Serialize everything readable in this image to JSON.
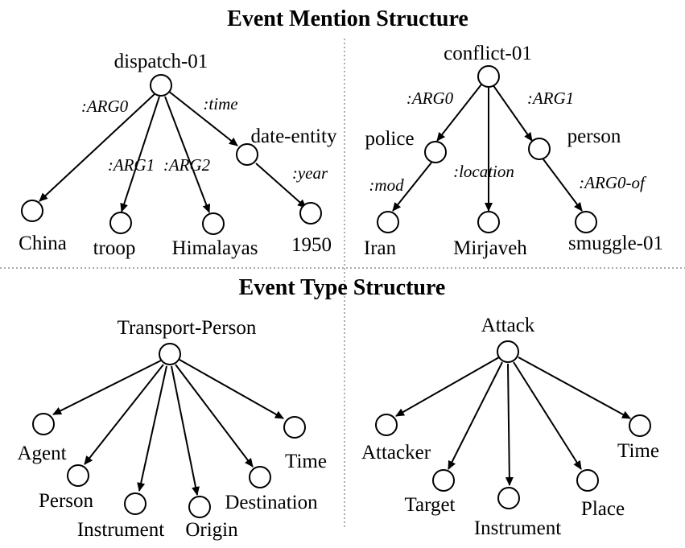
{
  "titles": {
    "mention": "Event Mention Structure",
    "type": "Event Type Structure"
  },
  "graphs": [
    {
      "id": "dispatch",
      "root": "dispatch-01",
      "nodes": [
        "China",
        "troop",
        "Himalayas",
        "date-entity",
        "1950"
      ],
      "edges": [
        ":ARG0",
        ":ARG1",
        ":ARG2",
        ":time",
        ":year"
      ]
    },
    {
      "id": "conflict",
      "root": "conflict-01",
      "nodes": [
        "police",
        "person",
        "Iran",
        "Mirjaveh",
        "smuggle-01"
      ],
      "edges": [
        ":ARG0",
        ":ARG1",
        ":mod",
        ":location",
        ":ARG0-of"
      ]
    },
    {
      "id": "transport",
      "root": "Transport-Person",
      "nodes": [
        "Agent",
        "Person",
        "Instrument",
        "Origin",
        "Destination",
        "Time"
      ],
      "edges": []
    },
    {
      "id": "attack",
      "root": "Attack",
      "nodes": [
        "Attacker",
        "Target",
        "Instrument",
        "Place",
        "Time"
      ],
      "edges": []
    }
  ]
}
